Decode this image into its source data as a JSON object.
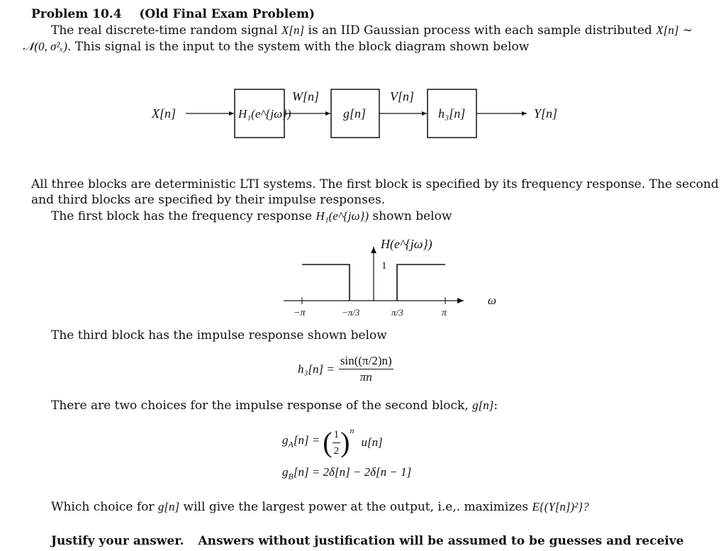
{
  "problem": {
    "number": "Problem 10.4",
    "subtitle": "(Old Final Exam Problem)"
  },
  "intro": {
    "line1_a": "The real discrete-time random signal ",
    "line1_b": " is an IID Gaussian process with each sample distributed ",
    "line2": ". This signal is the input to the system with the block diagram shown below",
    "xn": "X[n]",
    "dist_symbol": "∼",
    "normal": "𝒩(0, σ²ₓ)"
  },
  "block_diagram": {
    "input": "X[n]",
    "block1": "H₁(e^{jω})",
    "sig1": "W[n]",
    "block2": "g[n]",
    "sig2": "V[n]",
    "block3": "h₃[n]",
    "output": "Y[n]"
  },
  "para2": {
    "line1": "All three blocks are deterministic LTI systems. The first block is specified by its frequency response. The second",
    "line2": "and third blocks are specified by their impulse responses.",
    "line3_a": "The first block has the frequency response ",
    "line3_b": "H₁(e^{jω})",
    "line3_c": " shown below"
  },
  "freq_plot": {
    "title": "H(e^{jω})",
    "level": "1",
    "omega": "ω",
    "ticks": [
      "−π",
      "−π/3",
      "π/3",
      "π"
    ]
  },
  "para3": {
    "text": "The third block has the impulse response shown below"
  },
  "h3_eq": {
    "lhs": "h₃[n] =",
    "num": "sin((π/2)n)",
    "den": "πn"
  },
  "para4": {
    "text_a": "There are two choices for the impulse response of the second block, ",
    "text_b": "g[n]",
    "text_c": ":"
  },
  "gA_eq": {
    "lhs": "g",
    "sub": "A",
    "bracket": "[n] =",
    "num": "1",
    "den": "2",
    "exp": "n",
    "rhs": "u[n]"
  },
  "gB_eq": {
    "lhs": "g",
    "sub": "B",
    "rest": "[n] = 2δ[n] − 2δ[n − 1]"
  },
  "question": {
    "a": "Which choice for ",
    "b": "g[n]",
    "c": " will give the largest power at the output, i.e,. maximizes ",
    "d": "E{(Y[n])²}?"
  },
  "justify": {
    "a": "Justify your answer.",
    "b": "Answers without justification will be assumed to be guesses and receive"
  }
}
